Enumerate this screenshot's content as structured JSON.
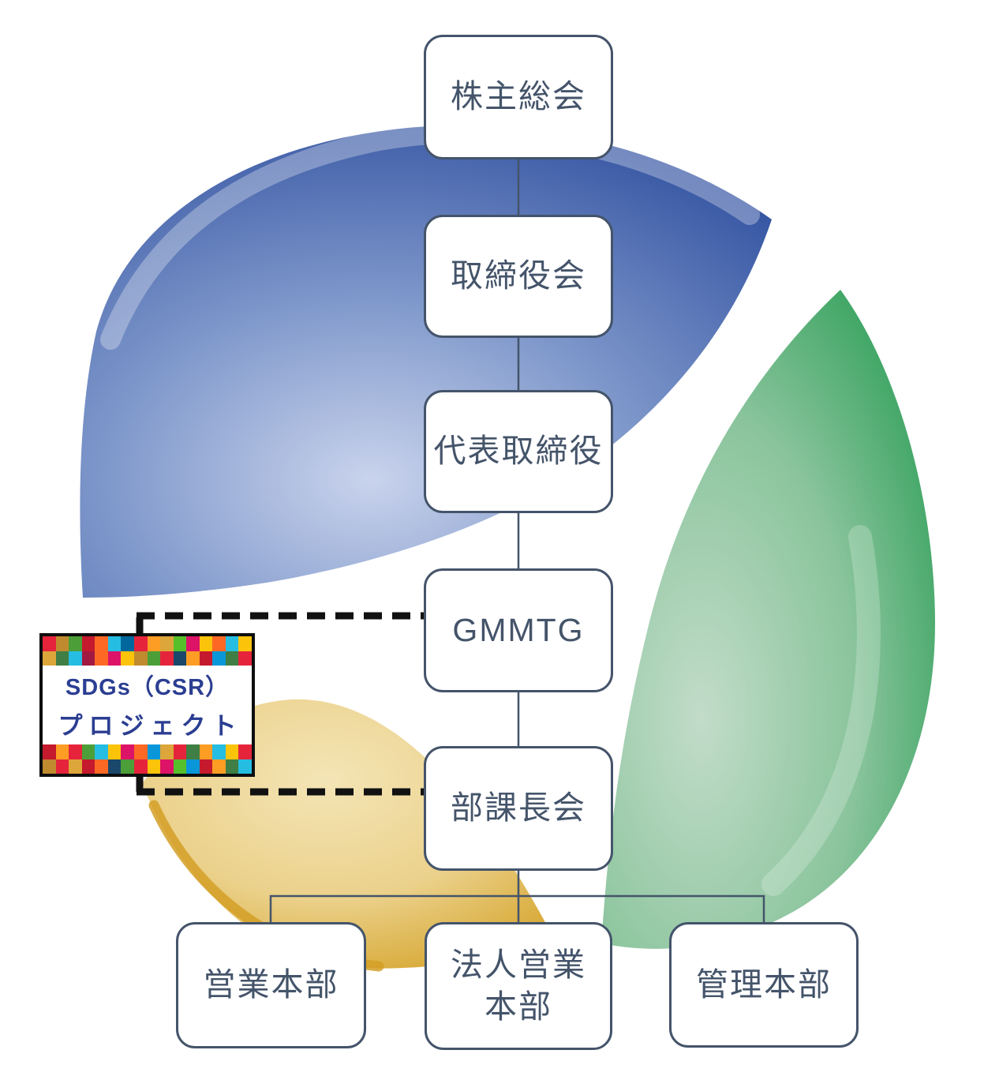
{
  "diagram": {
    "nodes": {
      "shareholders": {
        "label": "株主総会"
      },
      "board": {
        "label": "取締役会"
      },
      "representative": {
        "label": "代表取締役"
      },
      "gmmtg": {
        "label": "GMMTG"
      },
      "managers": {
        "label": "部課長会"
      },
      "sales": {
        "label": "営業本部"
      },
      "corporate_sales": {
        "line1": "法人営業",
        "line2": "本部"
      },
      "admin": {
        "label": "管理本部"
      }
    },
    "sdgs_box": {
      "line1": "SDGs（CSR）",
      "line2": "プロジェクト",
      "mosaic_top": [
        [
          "#E5243B",
          "#BF8B2E",
          "#4C9F38",
          "#C5192D",
          "#FD6925",
          "#26BDE2",
          "#00689D",
          "#E5243B",
          "#FD9D24",
          "#DDA63A",
          "#56C02B",
          "#DD1367",
          "#FCC30B",
          "#FD6925",
          "#26BDE2",
          "#FCC30B"
        ],
        [
          "#DDA63A",
          "#3F7E44",
          "#26BDE2",
          "#A21942",
          "#FD6925",
          "#DD1367",
          "#FCC30B",
          "#BF8B2E",
          "#4C9F38",
          "#E5243B",
          "#19486A",
          "#FD9D24",
          "#C5192D",
          "#0A97D9",
          "#3F7E44",
          "#E5243B"
        ]
      ],
      "mosaic_bottom": [
        [
          "#C5192D",
          "#FD9D24",
          "#E5243B",
          "#4C9F38",
          "#26BDE2",
          "#FCC30B",
          "#DD1367",
          "#FD6925",
          "#0A97D9",
          "#DDA63A",
          "#E5243B",
          "#3F7E44",
          "#FD9D24",
          "#26BDE2",
          "#FCC30B",
          "#E5243B"
        ],
        [
          "#BF8B2E",
          "#E5243B",
          "#DDA63A",
          "#C5192D",
          "#FD6925",
          "#19486A",
          "#4C9F38",
          "#E5243B",
          "#FCC30B",
          "#DD1367",
          "#56C02B",
          "#0A97D9",
          "#C5192D",
          "#FD9D24",
          "#3F7E44",
          "#26BDE2"
        ]
      ]
    },
    "colors": {
      "box_border": "#44546A",
      "box_text": "#44546A",
      "connector": "#44546A",
      "dashed": "#111111",
      "sdgs_border": "#0E0E0E",
      "sdgs_text": "#2B3E92",
      "blue_light": "#C9D3EC",
      "blue_mid": "#7F98CB",
      "blue_edge": "#2F4F9F",
      "green_light": "#C2DCC9",
      "green_mid": "#8AC49C",
      "green_edge": "#2F9F59",
      "yellow_light": "#F4E5B6",
      "yellow_mid": "#EBD18B",
      "yellow_edge": "#D5A42B"
    }
  }
}
